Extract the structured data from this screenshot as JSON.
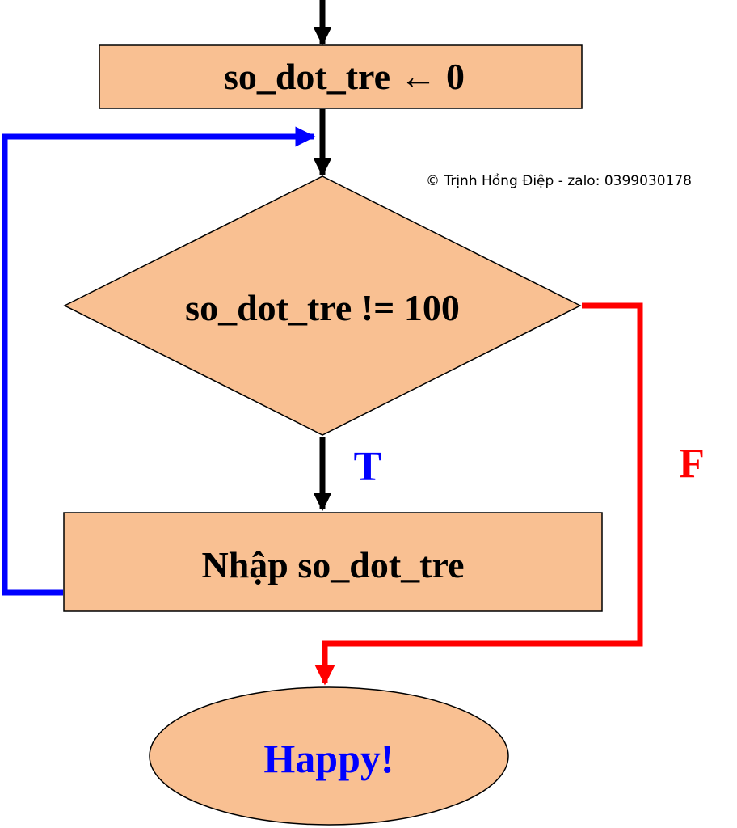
{
  "diagram": {
    "nodes": {
      "init": {
        "label": "so_dot_tre ← 0"
      },
      "condition": {
        "label": "so_dot_tre != 100"
      },
      "input": {
        "label": "Nhập so_dot_tre"
      },
      "end": {
        "label": "Happy!"
      }
    },
    "branches": {
      "true_label": "T",
      "false_label": "F"
    },
    "copyright": "© Trịnh Hồng Điệp - zalo: 0399030178",
    "colors": {
      "node_fill": "#f9c092",
      "node_stroke": "#000000",
      "main_flow": "#000000",
      "true_branch": "#0000ff",
      "false_branch": "#ff0000",
      "end_text": "#0000ff"
    }
  }
}
